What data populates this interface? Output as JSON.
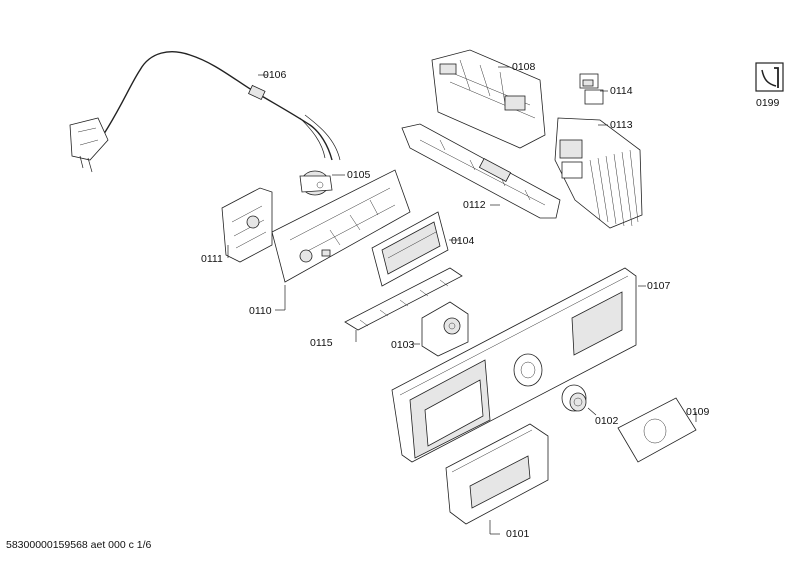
{
  "diagram": {
    "callouts": {
      "c0106": "0106",
      "c0105": "0105",
      "c0108": "0108",
      "c0114": "0114",
      "c0113": "0113",
      "c0199": "0199",
      "c0112": "0112",
      "c0104": "0104",
      "c0111": "0111",
      "c0110": "0110",
      "c0107": "0107",
      "c0115": "0115",
      "c0103": "0103",
      "c0102": "0102",
      "c0109": "0109",
      "c0101": "0101"
    },
    "footer": "58300000159568 aet 000 c 1/6"
  },
  "icons": {
    "tool_icon": "wrench-screwdriver-icon"
  }
}
